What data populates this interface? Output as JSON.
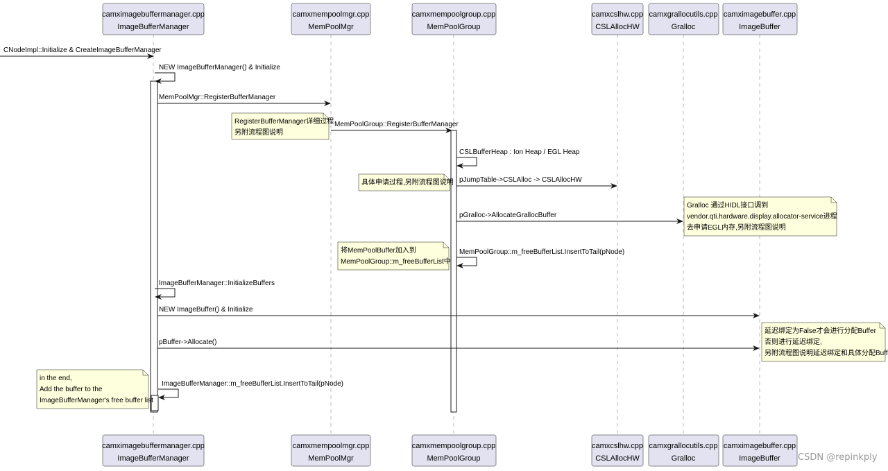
{
  "participants": [
    {
      "file": "camximagebuffermanager.cpp",
      "name": "ImageBufferManager"
    },
    {
      "file": "camxmempoolmgr.cpp",
      "name": "MemPoolMgr"
    },
    {
      "file": "camxmempoolgroup.cpp",
      "name": "MemPoolGroup"
    },
    {
      "file": "camxcslhw.cpp",
      "name": "CSLAllocHW"
    },
    {
      "file": "camxgrallocutils.cpp",
      "name": "Gralloc"
    },
    {
      "file": "camximagebuffer.cpp",
      "name": "ImageBuffer"
    }
  ],
  "messages": [
    "CNodeImpl::Initialize & CreateImageBufferManager",
    "NEW ImageBufferManager() & Initialize",
    "MemPoolMgr::RegisterBufferManager",
    "MemPoolGroup::RegisterBufferManager",
    "CSLBufferHeap : Ion Heap / EGL Heap",
    "pJumpTable->CSLAlloc -> CSLAllocHW",
    "pGralloc->AllocateGrallocBuffer",
    "MemPoolGroup::m_freeBufferList.InsertToTail(pNode)",
    "ImageBufferManager::InitializeBuffers",
    "NEW ImageBuffer() & Initialize",
    "pBuffer->Allocate()",
    "ImageBufferManager::m_freeBufferList.InsertToTail(pNode)"
  ],
  "notes": [
    [
      "RegisterBufferManager详细过程",
      "另附流程图说明"
    ],
    [
      "具体申请过程,另附流程图说明"
    ],
    [
      "Gralloc 通过HIDL接口调到",
      "vendor.qti.hardware.display.allocator-service进程",
      "去申请EGL内存,另附流程图说明"
    ],
    [
      "将MemPoolBuffer加入到",
      "MemPoolGroup::m_freeBufferList中"
    ],
    [
      "延迟绑定为False才会进行分配Buffer",
      "否则进行延迟绑定,",
      "另附流程图说明延迟绑定和具体分配Buffer"
    ],
    [
      "in the end,",
      "Add the buffer to the",
      "ImageBufferManager's free buffer list"
    ]
  ],
  "watermark": "CSDN @repinkply",
  "colors": {
    "participant_fill": "#E2E2F0",
    "participant_stroke": "#181818",
    "note_fill": "#FEFFDD",
    "line": "#181818",
    "lifeline": "#bbbbbb"
  }
}
